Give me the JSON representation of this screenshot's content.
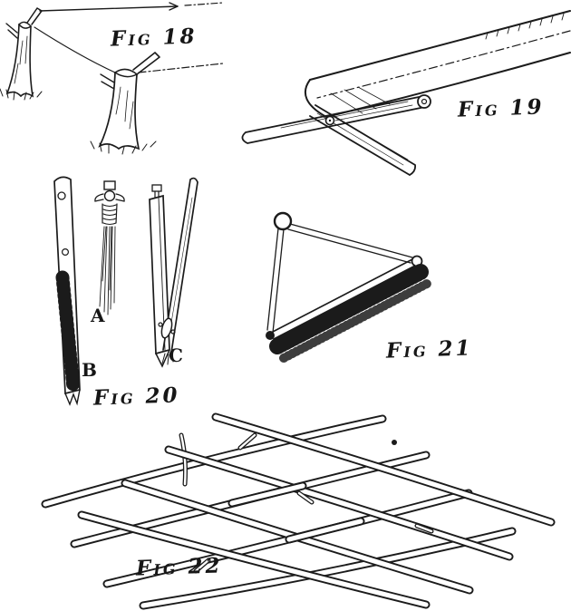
{
  "paper_color": "#ffffff",
  "ink_color": "#1b1b1b",
  "figures": [
    {
      "id": "fig18",
      "label": "Fig 18"
    },
    {
      "id": "fig19",
      "label": "Fig 19"
    },
    {
      "id": "fig20",
      "label": "Fig 20",
      "parts": [
        "A",
        "B",
        "C"
      ]
    },
    {
      "id": "fig21",
      "label": "Fig 21"
    },
    {
      "id": "fig22",
      "label": "Fig 22"
    }
  ]
}
